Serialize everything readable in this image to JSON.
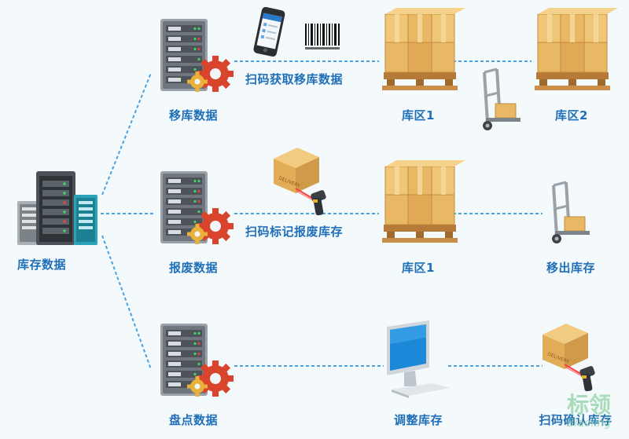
{
  "nodes": {
    "inventory": "库存数据",
    "transfer": "移库数据",
    "scrap": "报废数据",
    "stocktake": "盘点数据",
    "zone1_top": "库区1",
    "zone2_top": "库区2",
    "zone1_mid": "库区1",
    "move_out": "移出库存",
    "adjust": "调整库存",
    "confirm": "扫码确认库存"
  },
  "steps": {
    "scan_transfer": "扫码获取移库数据",
    "scan_scrap": "扫码标记报废库存"
  },
  "watermark": {
    "text_cn": "标领",
    "text_en": "Biaoling"
  },
  "colors": {
    "label": "#1f6fb8",
    "connector": "#4aa3df",
    "server": "#8d939a",
    "gear": "#d9442c",
    "box": "#e8b864",
    "pallet": "#c98f46"
  },
  "icons": [
    "multi-server-icon",
    "server-gear-icon",
    "phone-scanner-icon",
    "barcode-icon",
    "pallet-boxes-icon",
    "hand-truck-icon",
    "handheld-scanner-icon",
    "monitor-icon"
  ]
}
